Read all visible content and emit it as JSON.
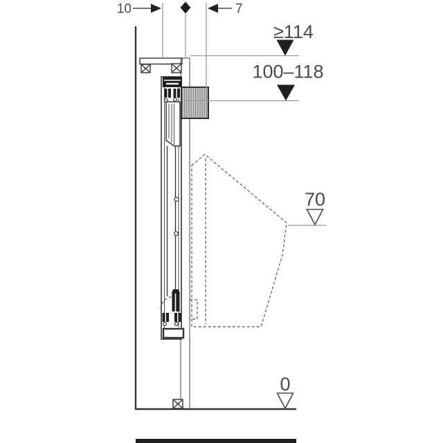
{
  "labels": {
    "dim_offset_left": "10",
    "dim_offset_right": "7",
    "level_top_min": "≥114",
    "level_supply_range": "100–118",
    "level_rim": "70",
    "level_floor": "0"
  },
  "colors": {
    "line": "#333333",
    "dark": "#1f1f1f",
    "dim": "#9a9a9a",
    "text": "#4a4a4a",
    "dash": "#6b6b6b",
    "block_fill": "#c9c9c9",
    "block_stripe": "#7d7d7d",
    "hatch": "#5a5a5a"
  }
}
